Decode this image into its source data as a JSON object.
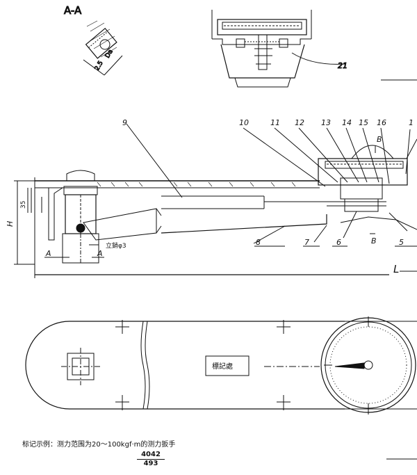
{
  "section": {
    "label": "A-A",
    "dim_a": "2.5",
    "dim_b": "Da"
  },
  "callouts": [
    "9",
    "10",
    "11",
    "12",
    "13",
    "14",
    "15",
    "16",
    "1",
    "21",
    "8",
    "7",
    "6",
    "5"
  ],
  "side_view": {
    "cut_left_a": "A",
    "cut_right_a": "A",
    "cut_b_top": "B",
    "cut_b_bottom": "B",
    "dim_h": "H",
    "dim_35": "35",
    "dim_l": "L",
    "pin_label": "立銷φ3"
  },
  "plan_view": {
    "marking_area_label": "標記處"
  },
  "caption": "标记示例：测力范围为20～100kgf·m的测力扳手",
  "page": {
    "numerator": "4042",
    "denominator": "493"
  }
}
